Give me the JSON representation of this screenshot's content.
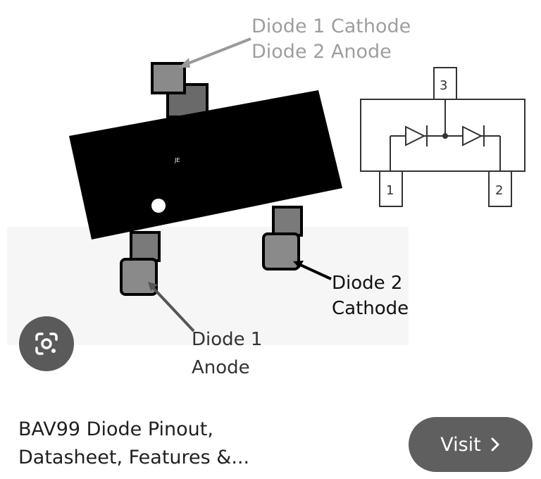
{
  "image": {
    "top_label_line1": "Diode 1 Cathode",
    "top_label_line2": "Diode 2 Anode",
    "chip_marking": "JE",
    "right_label_line1": "Diode 2",
    "right_label_line2": "Cathode",
    "left_label_line1": "Diode 1",
    "left_label_line2": "Anode",
    "schematic": {
      "pin3": "3",
      "pin1": "1",
      "pin2": "2"
    }
  },
  "lens": {
    "icon": "camera-lens-icon"
  },
  "result": {
    "title_line1": "BAV99 Diode Pinout,",
    "title_line2": "Datasheet, Features &...",
    "visit_label": "Visit",
    "visit_icon": "chevron-right-icon"
  }
}
